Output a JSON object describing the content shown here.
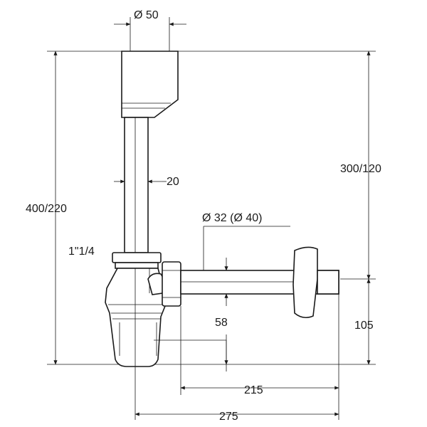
{
  "labels": {
    "diameter_top": "Ø 50",
    "dim_20": "20",
    "dim_400_220": "400/220",
    "dim_300_120": "300/120",
    "pipe_diameter": "Ø 32 (Ø 40)",
    "thread": "1\"1/4",
    "dim_58": "58",
    "dim_105": "105",
    "dim_215": "215",
    "dim_275": "275"
  }
}
